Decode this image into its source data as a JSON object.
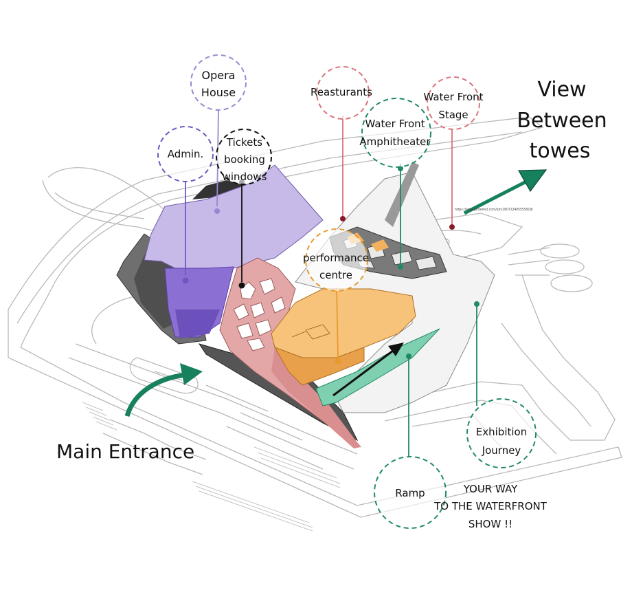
{
  "labels": {
    "opera_house": [
      "Opera",
      "House"
    ],
    "admin": [
      "Admin."
    ],
    "tickets": [
      "Tickets",
      "booking",
      "windows"
    ],
    "restaurants": [
      "Reasturants"
    ],
    "water_front_stage": [
      "Water Front",
      "Stage"
    ],
    "amphitheater": [
      "Water Front",
      "Amphitheater"
    ],
    "performance": [
      "performance",
      "centre"
    ],
    "exhibition": [
      "Exhibition",
      "Journey"
    ],
    "ramp": [
      "Ramp"
    ],
    "view": [
      "View",
      "Between",
      "towes"
    ],
    "main_entrance": "Main Entrance",
    "waterfront_note": [
      "YOUR WAY",
      "TO THE WATERFRONT",
      "SHOW !!"
    ],
    "tiny_url": "https://www.pinterest.com/pin/160722405555919/"
  },
  "colors": {
    "opera": "#9b86cf",
    "opera_light": "#c7b9e8",
    "admin": "#7a5fc4",
    "tickets": "#222222",
    "restaurants": "#d9737a",
    "stage": "#d9737a",
    "amphitheater": "#1f8a64",
    "performance": "#e79a2d",
    "performance_fill": "#f7c37a",
    "ramp": "#1f8a64",
    "ramp_fill": "#7fcfb1",
    "exhibition": "#1f8a64",
    "pink_fill": "#e4a7a7",
    "arrow_green": "#17805c"
  }
}
